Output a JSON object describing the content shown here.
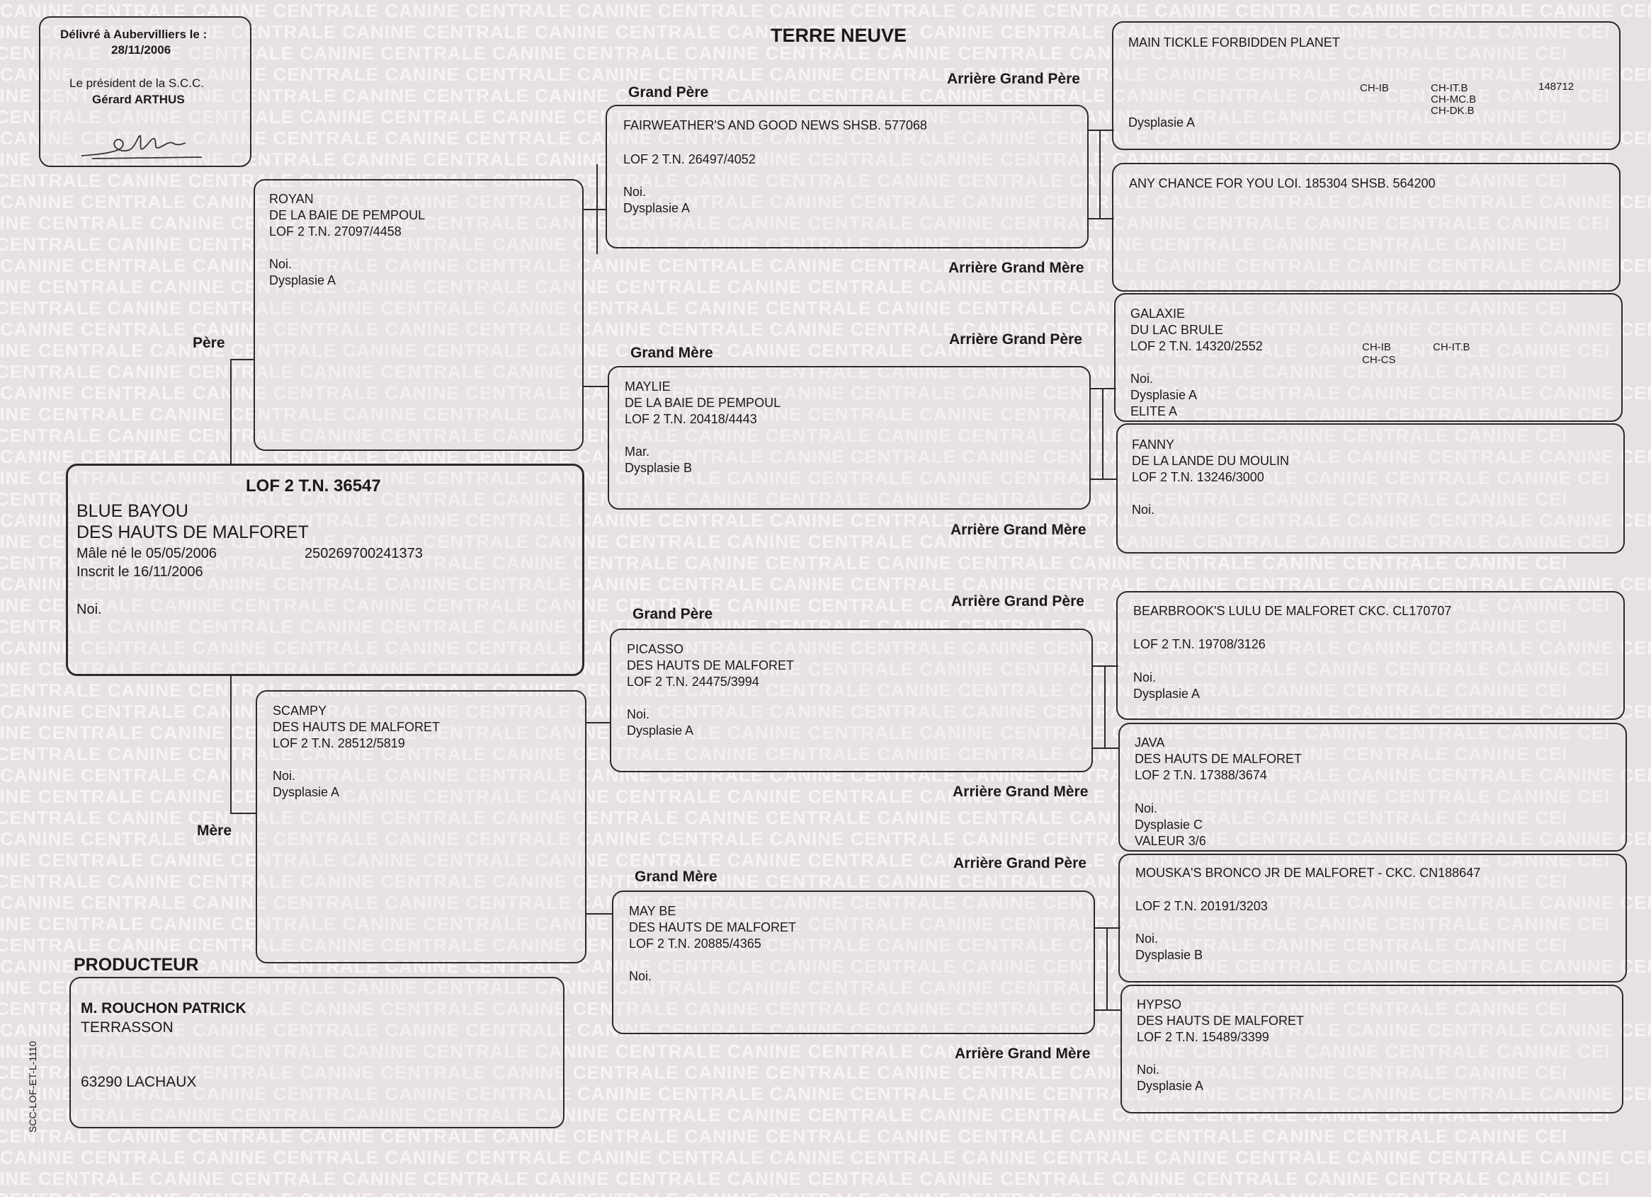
{
  "watermark": "CANINE CENTRALE CANINE CENTRALE CANINE CENTRALE CANINE CENTRALE CANINE CENTRALE CANINE CENTRALE CANINE CENTRALE CANINE CENTRALE CANINE CENTRALE CANINE CENTRALE CANINE CENTRALE",
  "watermark_small": "CANINE CENTRALE CANINE CENTRALE CANINE CENTRALE CANINE CENTRALE CANINE CENTRALE CANINE CENTRALE CANINE CENTRALE CANINE CENTRALE CANINE CENTRALE CANINE CENTRALE CANINE CENTRALE CANINE CENTRALE CANINE CENTRALE CANINE CENTRALE CANINE CENTRALE CANINE CENTRALE CANINE CENTRALE CANINE CENTRALE CANINE CENTRALE CANINE CENTRALE",
  "issued": {
    "line1": "Délivré à Aubervilliers le :",
    "date": "28/11/2006",
    "president": "Le président de la S.C.C.",
    "name": "Gérard ARTHUS",
    "signature_text": "G. Arthus"
  },
  "breed": "TERRE NEUVE",
  "labels": {
    "pere": "Père",
    "mere": "Mère",
    "grand_pere": "Grand Père",
    "grand_mere": "Grand Mère",
    "arriere_grand_pere": "Arrière Grand Père",
    "arriere_grand_mere": "Arrière Grand Mère",
    "producteur": "PRODUCTEUR"
  },
  "dog": {
    "registration": "LOF 2 T.N. 36547",
    "name1": "BLUE BAYOU",
    "name2": "DES HAUTS DE MALFORET",
    "sex_birth": "Mâle  né le  05/05/2006",
    "chip": "250269700241373",
    "registered": "Inscrit le 16/11/2006",
    "color": "Noi."
  },
  "sire": {
    "l1": "ROYAN",
    "l2": "DE LA BAIE DE PEMPOUL",
    "l3": "LOF 2 T.N. 27097/4458",
    "l4": "Noi.",
    "l5": "Dysplasie A"
  },
  "dam": {
    "l1": "SCAMPY",
    "l2": "DES HAUTS DE MALFORET",
    "l3": "LOF 2 T.N. 28512/5819",
    "l4": "Noi.",
    "l5": "Dysplasie A"
  },
  "gp1": {
    "l1": "FAIRWEATHER'S AND GOOD NEWS SHSB. 577068",
    "l2": "LOF 2 T.N. 26497/4052",
    "l3": "Noi.",
    "l4": "Dysplasie A"
  },
  "gm1": {
    "l1": "MAYLIE",
    "l2": "DE LA BAIE DE PEMPOUL",
    "l3": "LOF 2 T.N. 20418/4443",
    "l4": "Mar.",
    "l5": "Dysplasie B"
  },
  "gp2": {
    "l1": "PICASSO",
    "l2": "DES HAUTS DE MALFORET",
    "l3": "LOF 2 T.N. 24475/3994",
    "l4": "Noi.",
    "l5": "Dysplasie A"
  },
  "gm2": {
    "l1": "MAY BE",
    "l2": "DES HAUTS DE MALFORET",
    "l3": "LOF 2 T.N. 20885/4365",
    "l4": "Noi."
  },
  "ggp1": {
    "l1": "MAIN TICKLE FORBIDDEN PLANET",
    "t1": "CH-IB",
    "t2": "CH-IT.B",
    "t3": "CH-MC.B",
    "t4": "CH-DK.B",
    "num": "148712",
    "l2": "Dysplasie A"
  },
  "ggm1": {
    "l1": "ANY CHANCE FOR YOU LOI. 185304 SHSB. 564200"
  },
  "ggp2": {
    "l1": "GALAXIE",
    "l2": "DU LAC BRULE",
    "l3": "LOF 2 T.N. 14320/2552",
    "t1": "CH-IB",
    "t2": "CH-CS",
    "t3": "CH-IT.B",
    "l4": "Noi.",
    "l5": "Dysplasie A",
    "l6": "ELITE A"
  },
  "ggm2": {
    "l1": "FANNY",
    "l2": "DE LA LANDE DU MOULIN",
    "l3": "LOF 2 T.N. 13246/3000",
    "l4": "Noi."
  },
  "ggp3": {
    "l1": "BEARBROOK'S LULU DE MALFORET CKC. CL170707",
    "l2": "LOF 2 T.N. 19708/3126",
    "l3": "Noi.",
    "l4": "Dysplasie A"
  },
  "ggm3": {
    "l1": "JAVA",
    "l2": "DES HAUTS DE MALFORET",
    "l3": "LOF 2 T.N. 17388/3674",
    "l4": "Noi.",
    "l5": "Dysplasie C",
    "l6": "VALEUR 3/6"
  },
  "ggp4": {
    "l1": "MOUSKA'S BRONCO JR DE MALFORET - CKC. CN188647",
    "l2": "LOF 2 T.N. 20191/3203",
    "l3": "Noi.",
    "l4": "Dysplasie B"
  },
  "ggm4": {
    "l1": "HYPSO",
    "l2": "DES HAUTS DE MALFORET",
    "l3": "LOF 2 T.N. 15489/3399",
    "l4": "Noi.",
    "l5": "Dysplasie A"
  },
  "producer": {
    "name": "M. ROUCHON PATRICK",
    "city": "TERRASSON",
    "address": "63290 LACHAUX"
  },
  "form_code": "SCC-LOF-ET-L-1110"
}
